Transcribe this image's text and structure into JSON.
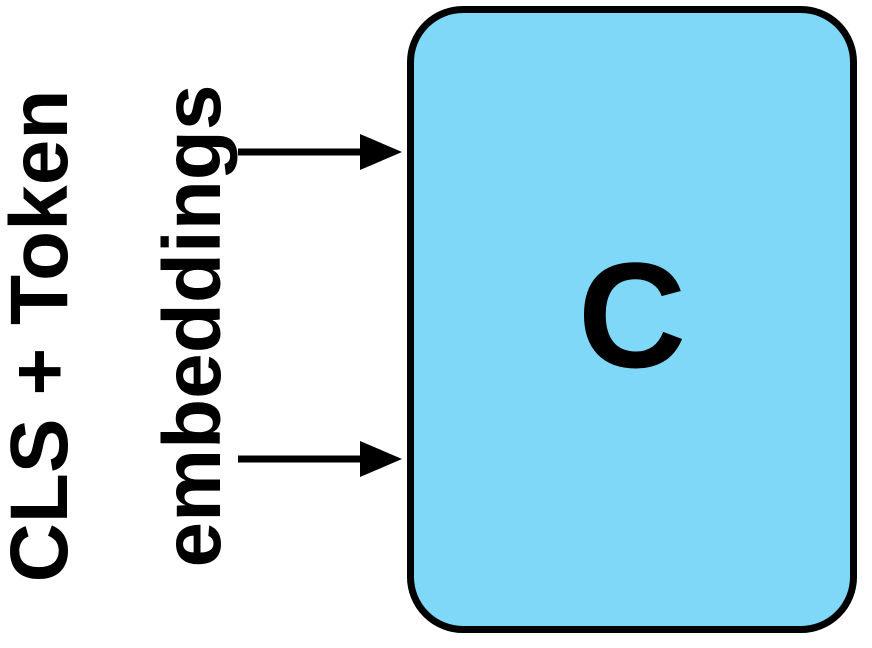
{
  "input_label": {
    "line1": "CLS + Token",
    "line2": "embeddings"
  },
  "block": {
    "letter": "C",
    "fill_color": "#80d8f8",
    "border_color": "#000000"
  },
  "arrows": {
    "count": 2,
    "color": "#000000"
  }
}
